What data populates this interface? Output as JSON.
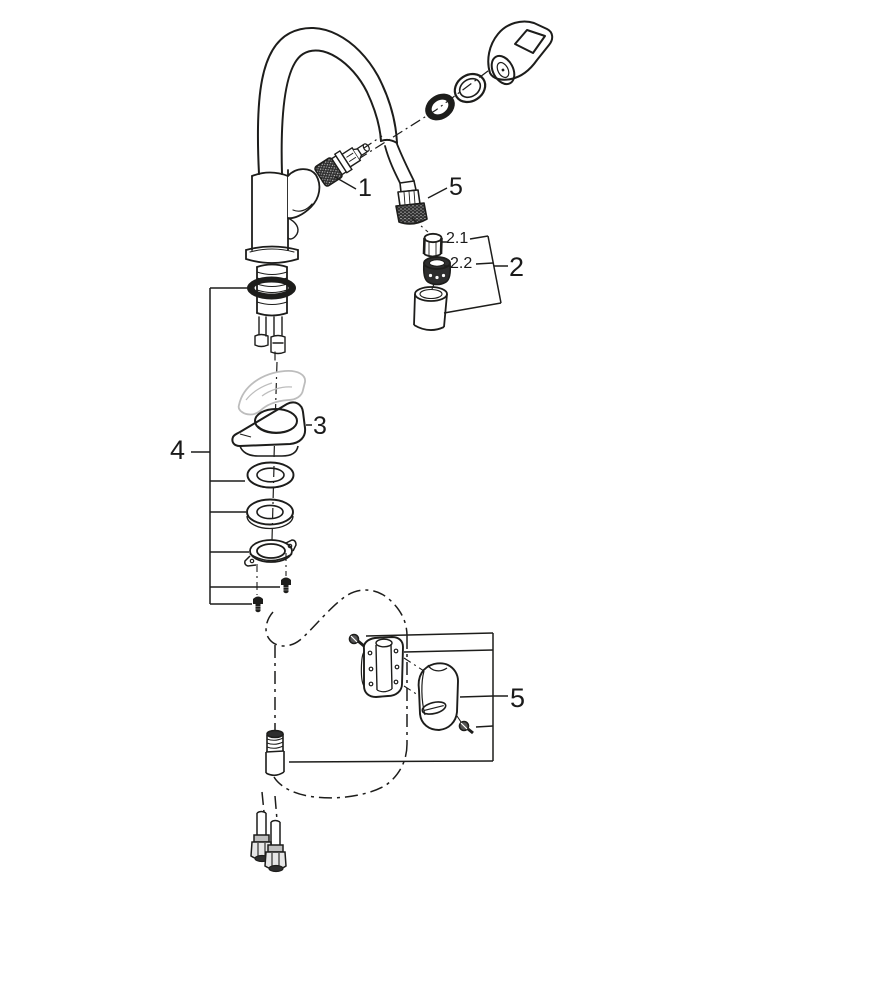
{
  "diagram": {
    "kind": "faucet-exploded-parts-diagram",
    "colors": {
      "line": "#1d1d1b",
      "background": "#ffffff",
      "ghost": "#bdbdbd",
      "dark": "#2e2e2e"
    },
    "callouts": {
      "check_valve": "1",
      "hose_top": "5",
      "mousseur_insert": "2.1",
      "flow_restrictor": "2.2",
      "mousseur_group": "2",
      "mounting_wedge": "3",
      "fixation_group": "4",
      "hose_weight_group": "5"
    }
  }
}
